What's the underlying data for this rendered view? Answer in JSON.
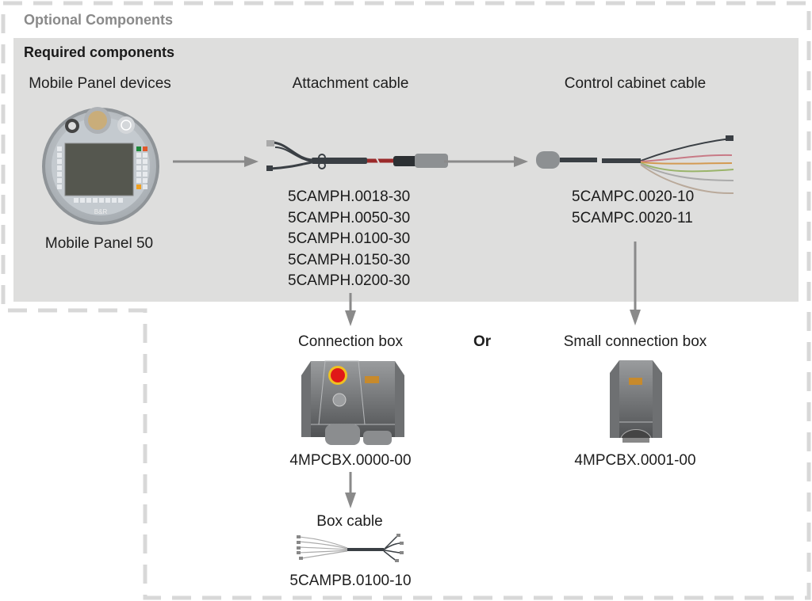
{
  "optional_title": "Optional Components",
  "required_title": "Required components",
  "columns": {
    "devices": {
      "heading": "Mobile Panel devices",
      "item_label": "Mobile Panel 50"
    },
    "attachment_cable": {
      "heading": "Attachment cable",
      "part_numbers": [
        "5CAMPH.0018-30",
        "5CAMPH.0050-30",
        "5CAMPH.0100-30",
        "5CAMPH.0150-30",
        "5CAMPH.0200-30"
      ]
    },
    "control_cabinet_cable": {
      "heading": "Control cabinet cable",
      "part_numbers": [
        "5CAMPC.0020-10",
        "5CAMPC.0020-11"
      ]
    }
  },
  "optional": {
    "connection_box": {
      "heading": "Connection box",
      "part_number": "4MPCBX.0000-00"
    },
    "or_label": "Or",
    "small_connection_box": {
      "heading": "Small connection box",
      "part_number": "4MPCBX.0001-00"
    },
    "box_cable": {
      "heading": "Box cable",
      "part_number": "5CAMPB.0100-10"
    }
  },
  "logo_text": "B&R",
  "colors": {
    "required_bg": "#dededd",
    "dash": "#d8d8d8",
    "arrow": "#8a8a8a",
    "optional_title": "#8a8a8a"
  }
}
